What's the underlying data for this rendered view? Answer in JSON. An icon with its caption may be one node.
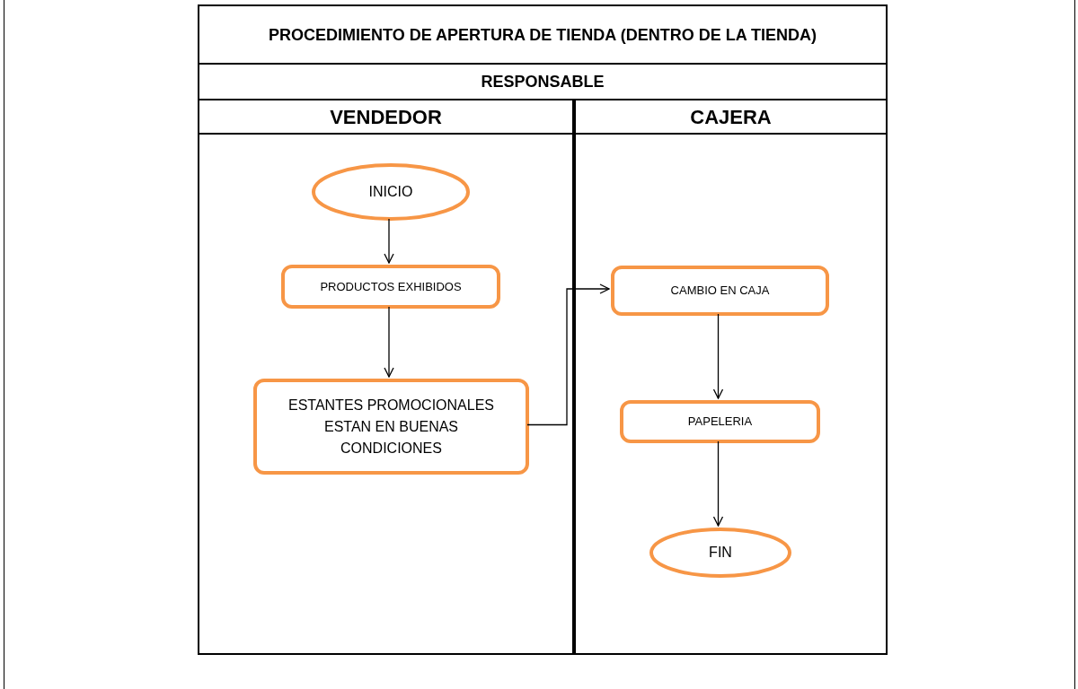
{
  "diagram": {
    "title": "PROCEDIMIENTO DE APERTURA DE TIENDA (DENTRO DE LA TIENDA)",
    "nodes": [
      {
        "text": [
          "VENDEDOR"
        ]
      },
      {
        "text": [
          "CAJERA"
        ]
      },
      {
        "text": [
          "INICIO"
        ],
        "in": 0
      },
      {
        "text": [
          "PRODUCTOS EXHIBIDOS"
        ],
        "in": 0
      },
      {
        "text": [
          "ESTANTES PROMOCIONALES ESTAN EN BUENAS CONDICIONES"
        ],
        "in": 0
      },
      {
        "text": [
          "CAMBIO EN CAJA"
        ],
        "in": 1
      },
      {
        "text": [
          "PAPELERIA"
        ],
        "in": 1
      },
      {
        "text": [
          "FIN"
        ],
        "in": 1
      }
    ],
    "edges": [
      {
        "from": 2,
        "to": 3,
        "arrow": "to"
      },
      {
        "from": 3,
        "to": 4,
        "arrow": "to"
      },
      {
        "from": 4,
        "to": 5,
        "arrow": "to"
      },
      {
        "from": 5,
        "to": 6,
        "arrow": "to"
      },
      {
        "from": 6,
        "to": 7,
        "arrow": "to"
      }
    ],
    "labels": [
      "RESPONSABLE"
    ]
  }
}
